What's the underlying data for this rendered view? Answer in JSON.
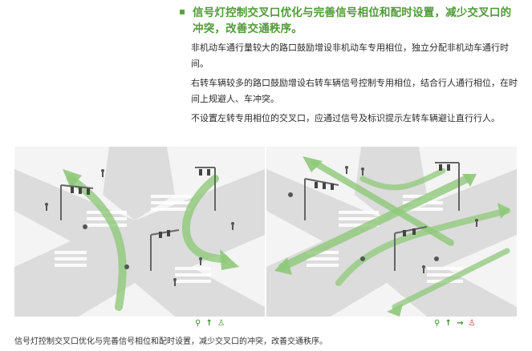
{
  "heading": {
    "text": "信号灯控制交叉口优化与完善信号相位和配时设置，减少交叉口的冲突，改善交通秩序。",
    "color": "#4f9a37"
  },
  "paragraphs": [
    "非机动车通行量较大的路口鼓励增设非机动车专用相位，独立分配非机动车通行时间。",
    "右转车辆较多的路口鼓励增设右转车辆信号控制专用相位，结合行人通行相位，在时间上规避人、车冲突。",
    "不设置左转专用相位的交叉口，应通过信号及标识提示左转车辆避让直行行人。"
  ],
  "figures": {
    "left": {
      "name": "left-intersection-diagram",
      "legend": [
        "bike-icon",
        "up-arrow-icon",
        "pedestrian-icon"
      ]
    },
    "right": {
      "name": "right-intersection-diagram",
      "legend": [
        "bike-icon",
        "up-arrow-icon",
        "right-arrow-icon",
        "pedestrian-red-icon"
      ]
    }
  },
  "caption": "信号灯控制交叉口优化与完善信号相位和配时设置，减少交叉口的冲突，改善交通秩序。",
  "colors": {
    "accent_green": "#5aa344",
    "road_gray": "#d9d9d9",
    "sidewalk": "#f4f4f4",
    "flow_green": "#8fc97a",
    "stop_red": "#d8342a"
  }
}
